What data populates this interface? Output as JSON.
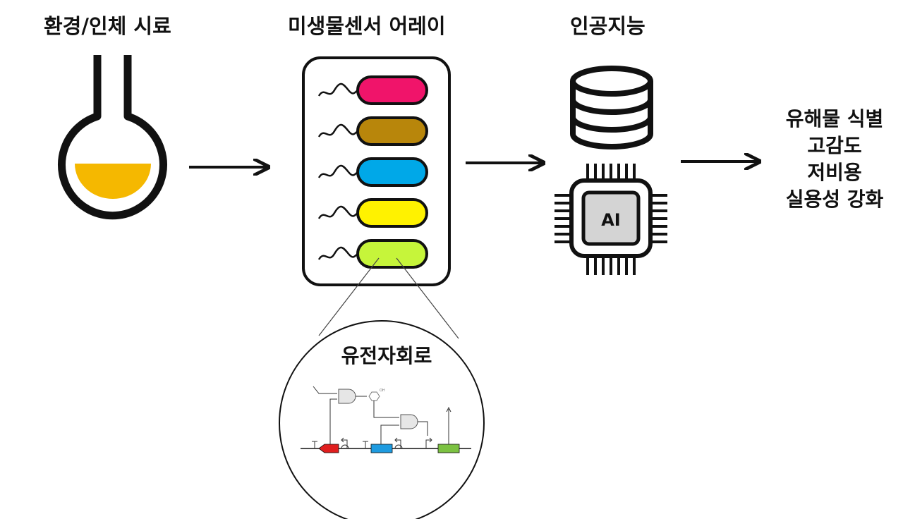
{
  "sample": {
    "title": "환경/인체 시료",
    "liquid_color": "#F5B800"
  },
  "sensor_array": {
    "title": "미생물센서 어레이",
    "bacteria_colors": [
      "#F0146A",
      "#B8860B",
      "#00A8E8",
      "#FFF200",
      "#C6F53A"
    ]
  },
  "ai": {
    "title": "인공지능",
    "chip_label": "AI"
  },
  "circuit": {
    "title": "유전자회로",
    "hydroxyl_label": "OH",
    "part_colors": [
      "#E01E1E",
      "#1E9BE0",
      "#7CC242"
    ]
  },
  "outcomes": [
    "유해물 식별",
    "고감도",
    "저비용",
    "실용성 강화"
  ]
}
